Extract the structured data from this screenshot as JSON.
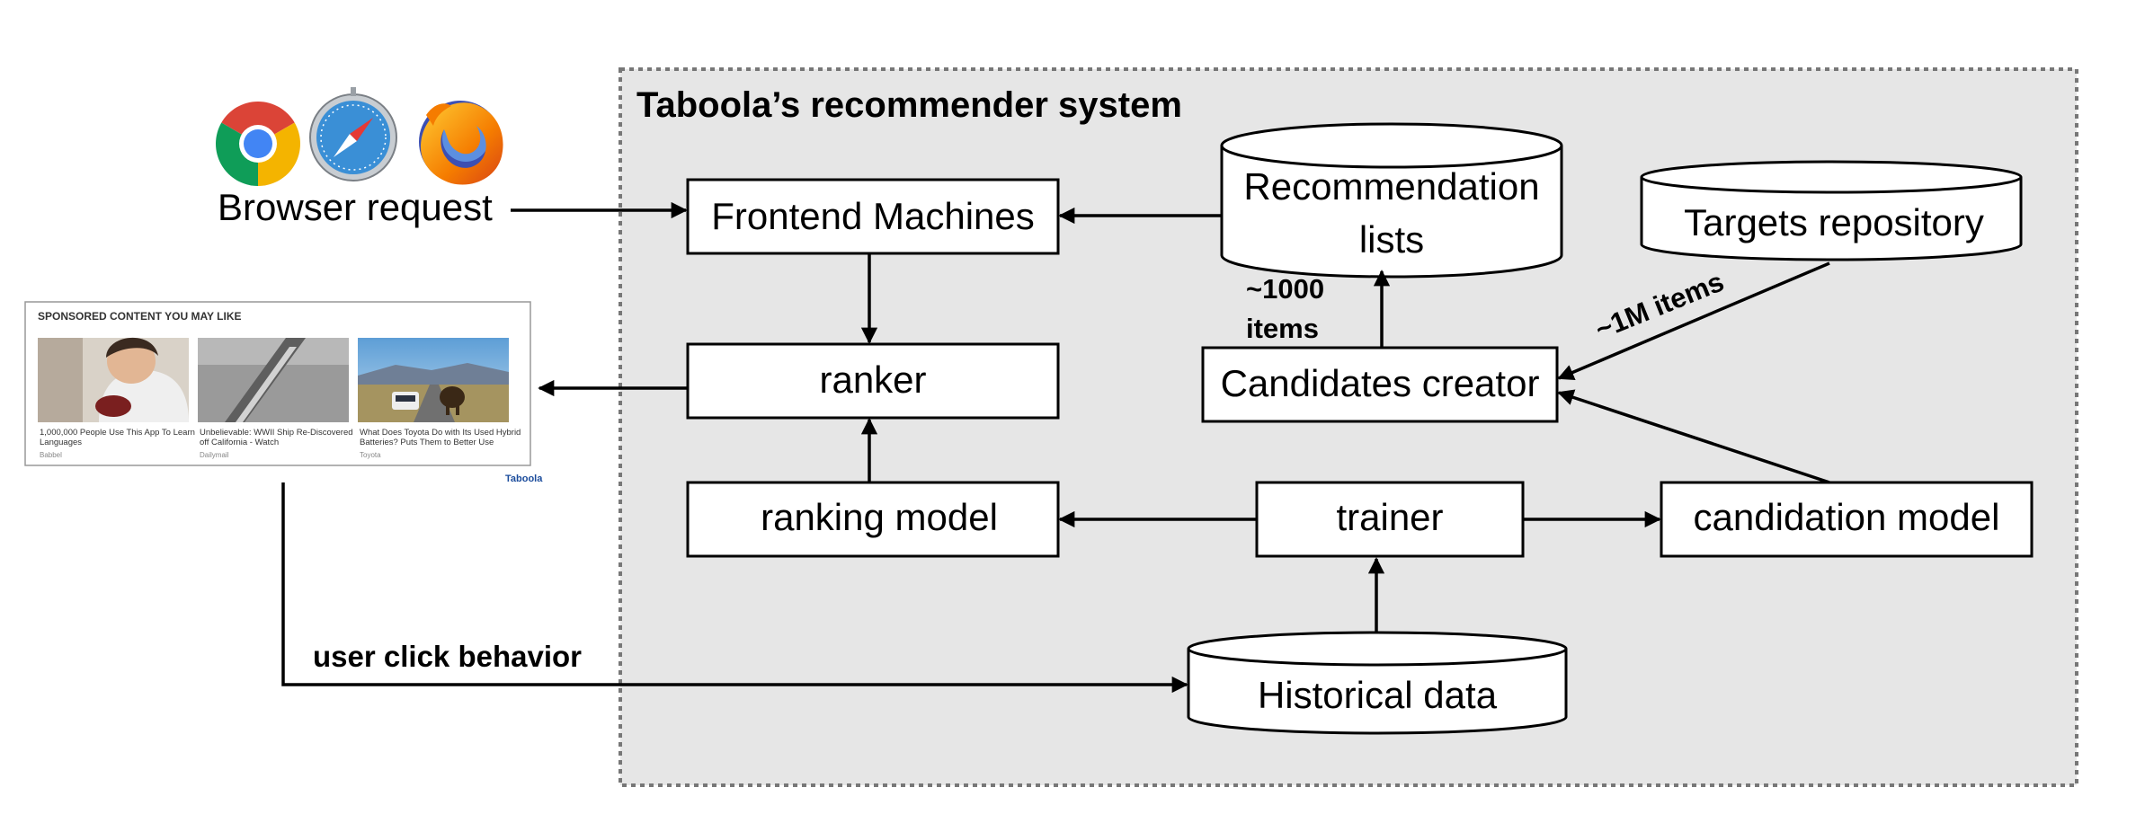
{
  "system": {
    "title": "Taboola’s recommender system"
  },
  "client": {
    "browser_icons": [
      "chrome-icon",
      "safari-icon",
      "firefox-icon"
    ],
    "browser_request": "Browser request",
    "user_click_behavior": "user click behavior"
  },
  "widget": {
    "heading": "SPONSORED CONTENT YOU MAY LIKE",
    "items": [
      {
        "caption_line1": "1,000,000 People Use This App To Learn",
        "caption_line2": "Languages",
        "source": "Babbel"
      },
      {
        "caption_line1": "Unbelievable: WWII Ship Re-Discovered",
        "caption_line2": "off California - Watch",
        "source": "Dailymail"
      },
      {
        "caption_line1": "What Does Toyota Do with Its Used Hybrid",
        "caption_line2": "Batteries? Puts Them to Better Use",
        "source": "Toyota"
      }
    ],
    "brand": "Taboola"
  },
  "nodes": {
    "frontend": "Frontend Machines",
    "ranker": "ranker",
    "ranking_model": "ranking model",
    "trainer": "trainer",
    "candidation_model": "candidation model",
    "candidates_creator": "Candidates creator",
    "recommendation_lists_line1": "Recommendation",
    "recommendation_lists_line2": "lists",
    "targets_repository": "Targets repository",
    "historical_data": "Historical data"
  },
  "edge_labels": {
    "items_1000_line1": "~1000",
    "items_1000_line2": "items",
    "items_1m": "~1M items"
  },
  "colors": {
    "system_panel": "#e6e6e6",
    "chrome_red": "#db4437",
    "chrome_yellow": "#f4b400",
    "chrome_green": "#0f9d58",
    "chrome_blue": "#4285f4",
    "firefox_orange": "#f57c00",
    "safari_blue": "#3a8fd6"
  }
}
